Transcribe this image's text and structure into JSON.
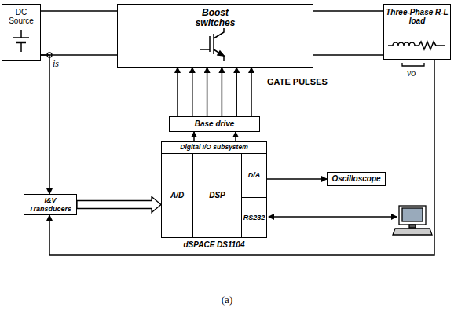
{
  "diagram": {
    "caption": "(a)",
    "nodes": [
      {
        "text": [
          "DC Source"
        ]
      },
      {
        "text": [
          "Boost switches"
        ]
      },
      {
        "text": [
          "Three-Phase R-L load"
        ]
      },
      {
        "text": [
          "Base drive"
        ]
      },
      {
        "text": [
          "dSPACE DS1104"
        ]
      },
      {
        "text": [
          "Digital I/O subsystem"
        ],
        "in": 4
      },
      {
        "text": [
          "A/D"
        ],
        "in": 4
      },
      {
        "text": [
          "DSP"
        ],
        "in": 4
      },
      {
        "text": [
          "D/A"
        ],
        "in": 4
      },
      {
        "text": [
          "RS232"
        ],
        "in": 4
      },
      {
        "text": [
          "Oscilloscope"
        ]
      },
      {
        "text": [
          "I&V Transducers"
        ]
      }
    ],
    "edges": [
      {
        "from": 0,
        "to": 1,
        "arrow": "none"
      },
      {
        "from": 0,
        "to": 1,
        "arrow": "none"
      },
      {
        "from": 1,
        "to": 2,
        "arrow": "none"
      },
      {
        "from": 1,
        "to": 2,
        "arrow": "none"
      },
      {
        "from": 3,
        "to": 1,
        "arrow": "to"
      },
      {
        "from": 3,
        "to": 1,
        "arrow": "to"
      },
      {
        "from": 3,
        "to": 1,
        "arrow": "to"
      },
      {
        "from": 3,
        "to": 1,
        "arrow": "to"
      },
      {
        "from": 3,
        "to": 1,
        "arrow": "to"
      },
      {
        "from": 3,
        "to": 1,
        "arrow": "to"
      },
      {
        "from": 5,
        "to": 3,
        "arrow": "to"
      },
      {
        "from": 5,
        "to": 3,
        "arrow": "to"
      },
      {
        "from": 8,
        "to": 10,
        "arrow": "to"
      },
      {
        "from": 11,
        "to": 6,
        "arrow": "to"
      },
      {
        "from": 0,
        "to": 11,
        "arrow": "to"
      },
      {
        "from": 2,
        "to": 11,
        "arrow": "to"
      }
    ],
    "labels": [
      "GATE PULSES",
      "is",
      "vo"
    ]
  }
}
